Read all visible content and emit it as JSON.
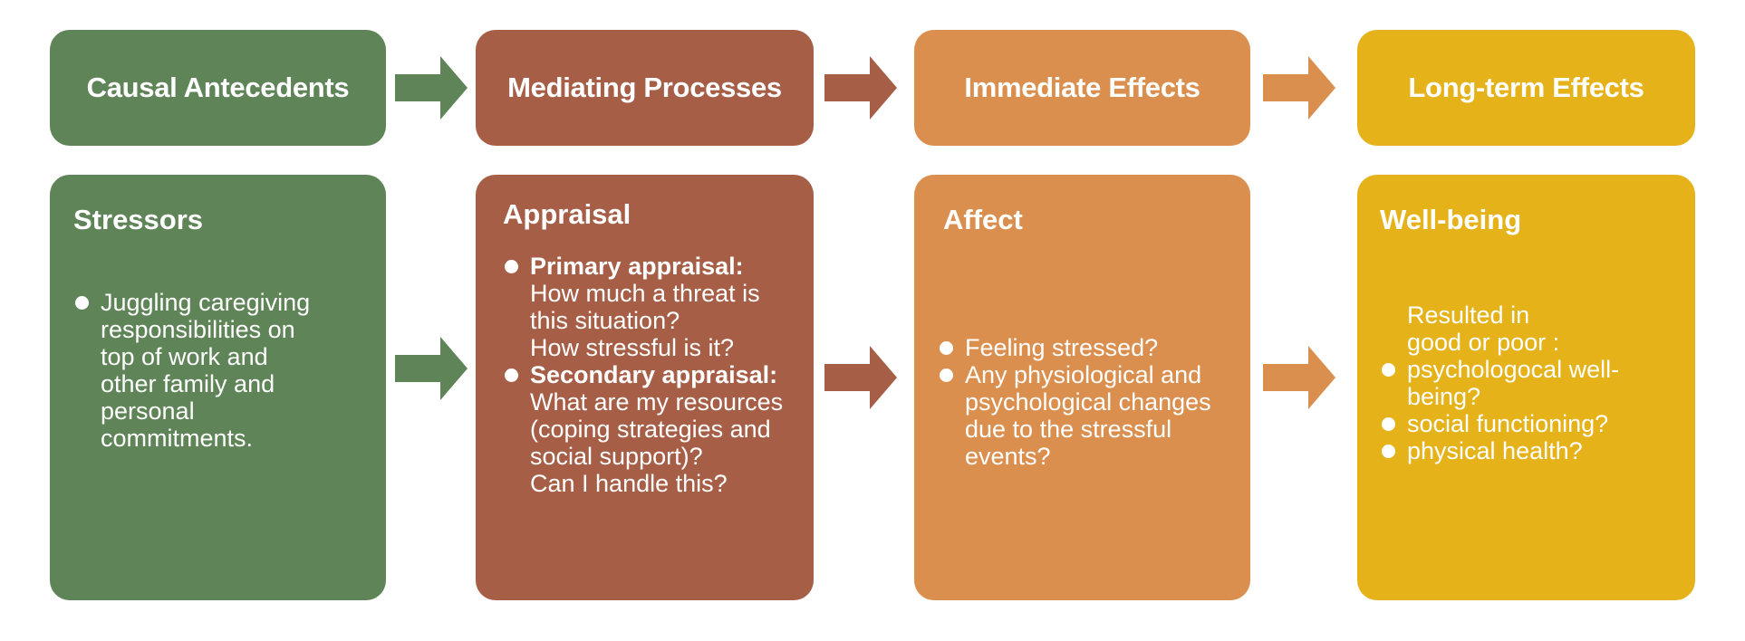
{
  "colors": {
    "stage1": "#5e8457",
    "stage2": "#a65e46",
    "stage3": "#db8f4e",
    "stage4": "#e5b219"
  },
  "headers": [
    "Causal Antecedents",
    "Mediating Processes",
    "Immediate Effects",
    "Long-term Effects"
  ],
  "stressors": {
    "title": "Stressors",
    "items": [
      "Juggling caregiving responsibilities on top of work and other family and personal commitments."
    ]
  },
  "appraisal": {
    "title": "Appraisal",
    "items": [
      {
        "label": "Primary appraisal:",
        "lines": [
          "How much a threat is this situation?",
          "How stressful is it?"
        ]
      },
      {
        "label": "Secondary appraisal:",
        "lines": [
          "What are my resources (coping strategies and social support)?",
          "Can I handle this?"
        ]
      }
    ]
  },
  "affect": {
    "title": "Affect",
    "items": [
      "Feeling stressed?",
      "Any physiological and psychological changes due to the stressful events?"
    ]
  },
  "wellbeing": {
    "title": "Well-being",
    "intro": "Resulted in good or poor :",
    "items": [
      "psychologocal well-being?",
      "social functioning?",
      "physical health?"
    ]
  }
}
